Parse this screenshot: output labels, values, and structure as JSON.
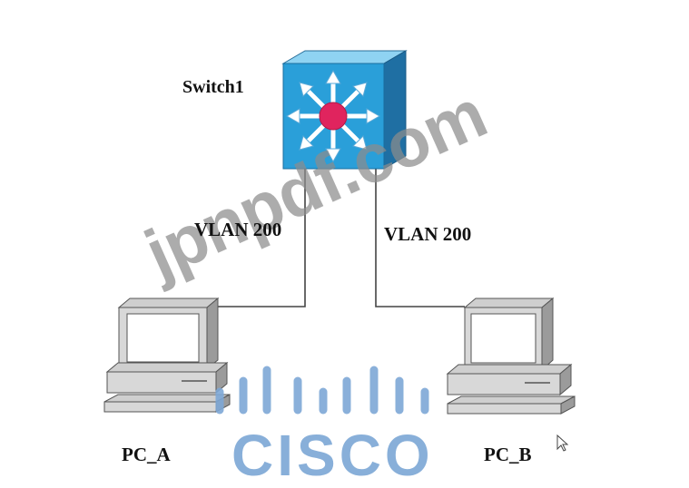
{
  "diagram": {
    "switch": {
      "label": "Switch1",
      "color_front": "#2a9fd9",
      "color_top": "#8fd3f2",
      "color_side": "#1f6fa3",
      "center_color": "#e0245e"
    },
    "links": [
      {
        "label": "VLAN 200",
        "from": "Switch1",
        "to": "PC_A"
      },
      {
        "label": "VLAN 200",
        "from": "Switch1",
        "to": "PC_B"
      }
    ],
    "hosts": [
      {
        "label": "PC_A"
      },
      {
        "label": "PC_B"
      }
    ],
    "pc_colors": {
      "body": "#d8d8d8",
      "shadow": "#9b9b9b",
      "screen": "#ffffff"
    }
  },
  "watermark": {
    "site_text": "jpnpdf.com",
    "brand_text": "CISCO",
    "brand_color": "#7ea8d6"
  }
}
